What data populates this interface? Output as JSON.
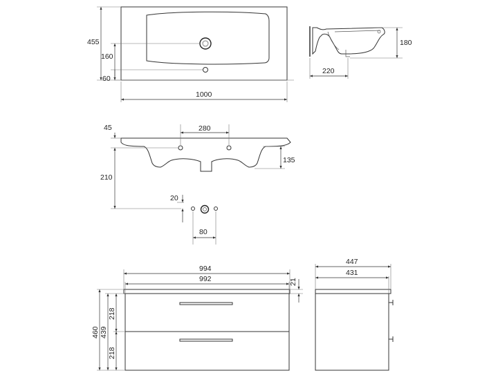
{
  "views": {
    "top": {
      "labels": {
        "depth": "455",
        "drain": "160",
        "tap": "60",
        "width": "1000"
      }
    },
    "side": {
      "labels": {
        "height": "180",
        "depth": "220"
      }
    },
    "front_section": {
      "labels": {
        "hole_spacing": "280",
        "top_offset": "45",
        "drop": "210",
        "bowl": "135"
      }
    },
    "hole_detail": {
      "labels": {
        "offset": "20",
        "spacing": "80"
      }
    },
    "cabinet_front": {
      "labels": {
        "outer_width": "994",
        "inner_width": "992",
        "top_gap": "21",
        "total_height": "460",
        "body_height": "439",
        "drawer_top": "218",
        "drawer_bottom": "218"
      }
    },
    "cabinet_side": {
      "labels": {
        "outer_depth": "447",
        "inner_depth": "431"
      }
    }
  }
}
